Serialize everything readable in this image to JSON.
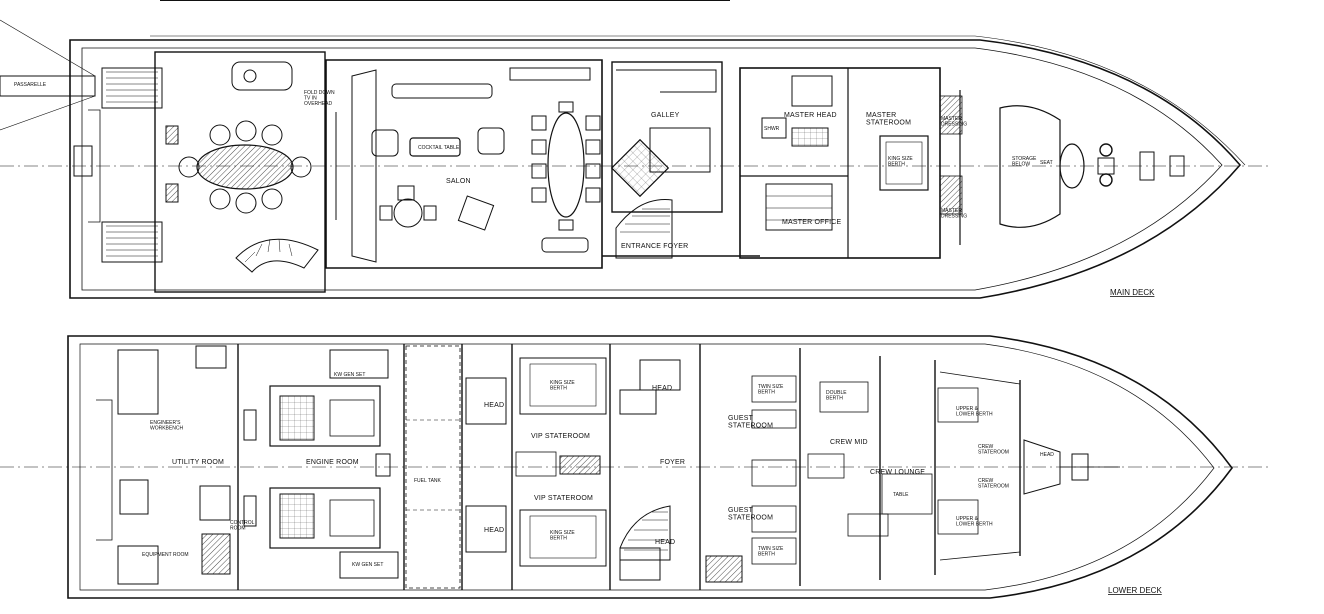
{
  "main_deck": {
    "title": "MAIN DECK",
    "rooms": {
      "salon": "SALON",
      "galley": "GALLEY",
      "master_head": "MASTER HEAD",
      "master_stateroom": "MASTER\nSTATEROOM",
      "master_office": "MASTER OFFICE",
      "entrance_foyer": "ENTRANCE FOYER",
      "master_dressing_fwd": "MASTER\nDRESSING",
      "master_dressing_aft": "MASTER\nDRESSING",
      "seat": "SEAT"
    },
    "fixtures": {
      "cocktail_table": "COCKTAIL TABLE",
      "king_size_berth": "KING SIZE\nBERTH",
      "passarelle": "PASSARELLE",
      "fold_down_tv": "FOLD DOWN\nTV IN\nOVERHEAD",
      "shower": "SHWR",
      "storage_below": "STORAGE\nBELOW"
    }
  },
  "lower_deck": {
    "title": "LOWER DECK",
    "rooms": {
      "utility_room": "UTILITY ROOM",
      "engine_room": "ENGINE ROOM",
      "vip_stateroom_port": "VIP STATEROOM",
      "vip_stateroom_stbd": "VIP STATEROOM",
      "foyer": "FOYER",
      "guest_stateroom_port": "GUEST\nSTATEROOM",
      "guest_stateroom_stbd": "GUEST\nSTATEROOM",
      "crew_mid": "CREW MID",
      "crew_lounge": "CREW LOUNGE",
      "head_1": "HEAD",
      "head_2": "HEAD",
      "head_3": "HEAD",
      "head_4": "HEAD",
      "head_5": "HEAD",
      "crew_stateroom_1": "CREW\nSTATEROOM",
      "crew_stateroom_2": "CREW\nSTATEROOM"
    },
    "fixtures": {
      "fuel_tank": "FUEL TANK",
      "king_size_berth_port": "KING SIZE\nBERTH",
      "king_size_berth_stbd": "KING SIZE\nBERTH",
      "double_berth": "DOUBLE\nBERTH",
      "twin_size_berth_1": "TWIN SIZE\nBERTH",
      "twin_size_berth_2": "TWIN SIZE\nBERTH",
      "upper_lower_berth_1": "UPPER &\nLOWER BERTH",
      "upper_lower_berth_2": "UPPER &\nLOWER BERTH",
      "table": "TABLE",
      "equipment_room": "EQUIPMENT ROOM",
      "engineers_workbench": "ENGINEER'S\nWORKBENCH",
      "control_room": "CONTROL\nROOM",
      "kw_gen_set_1": "KW GEN SET",
      "kw_gen_set_2": "KW GEN SET"
    }
  }
}
